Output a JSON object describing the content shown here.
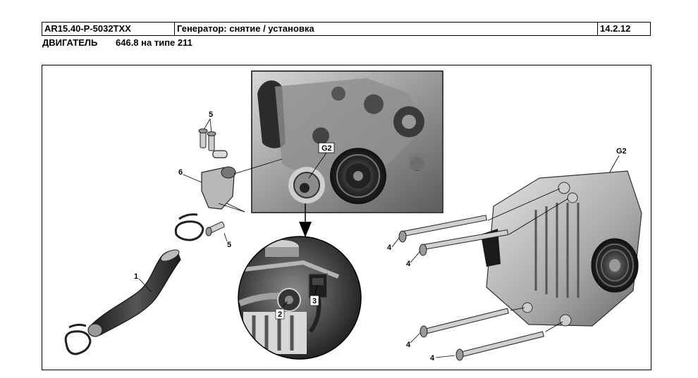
{
  "header": {
    "doc_code": "AR15.40-P-5032TXX",
    "title": "Генератор: снятие / установка",
    "date": "14.2.12"
  },
  "subheader": {
    "engine_label": "ДВИГАТЕЛЬ",
    "engine_model": "646.8 на типе 211"
  },
  "figure": {
    "callouts": {
      "alternator_top": "G2",
      "alternator_photo": "G2",
      "hose": "1",
      "connector_b_plus": "2",
      "connector_plug": "3",
      "bolt_a": "4",
      "bolt_b": "4",
      "bolt_c": "4",
      "bolt_d": "4",
      "screws_top": "5",
      "screw_bottom": "5",
      "housing": "6"
    }
  }
}
